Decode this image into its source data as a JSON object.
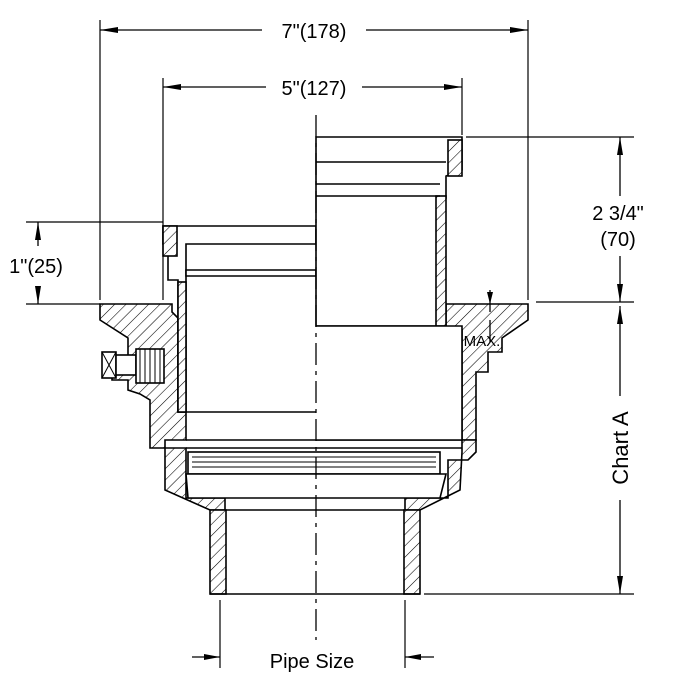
{
  "diagram": {
    "dim_overall_width": "7\"(178)",
    "dim_top_width": "5\"(127)",
    "dim_height_line1": "2 3/4\"",
    "dim_height_line2": "(70)",
    "dim_flange": "1\"(25)",
    "dim_chart": "Chart A",
    "dim_pipe": "Pipe Size",
    "max_label": "MAX."
  }
}
